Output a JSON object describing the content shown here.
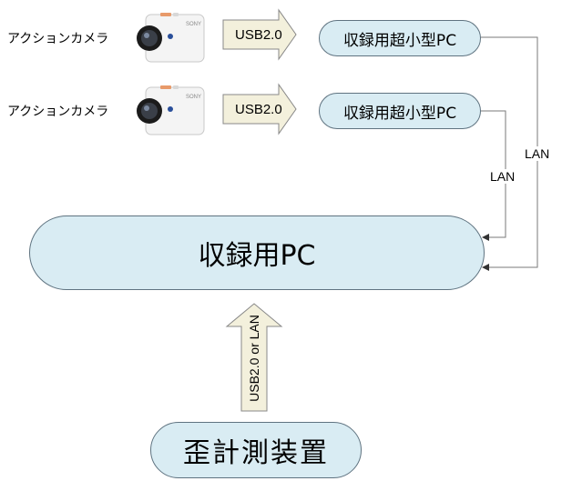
{
  "cameras": [
    {
      "label": "アクションカメラ",
      "brand": "SONY",
      "link_label": "USB2.0",
      "recorder_label": "収録用超小型PC"
    },
    {
      "label": "アクションカメラ",
      "brand": "SONY",
      "link_label": "USB2.0",
      "recorder_label": "収録用超小型PC"
    }
  ],
  "lan_labels": [
    "LAN",
    "LAN"
  ],
  "main_pc_label": "収録用PC",
  "strain_link_label": "USB2.0 or LAN",
  "strain_device_label": "歪計測装置",
  "colors": {
    "node_fill": "#d9ecf3",
    "node_border": "#5f7380",
    "arrow_fill": "#f3f0dc",
    "line": "#7a7a7a"
  }
}
